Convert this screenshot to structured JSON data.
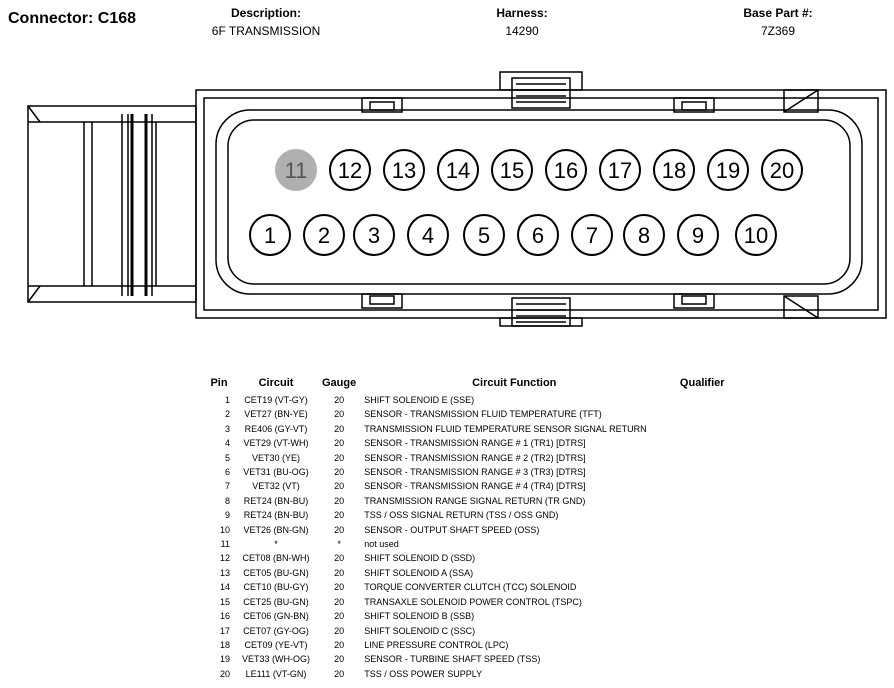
{
  "header": {
    "connector_title": "Connector: C168",
    "description_label": "Description:",
    "description_value": "6F TRANSMISSION",
    "harness_label": "Harness:",
    "harness_value": "14290",
    "base_part_label": "Base Part #:",
    "base_part_value": "7Z369"
  },
  "connector": {
    "top_row": [
      "11",
      "12",
      "13",
      "14",
      "15",
      "16",
      "17",
      "18",
      "19",
      "20"
    ],
    "bottom_row": [
      "1",
      "2",
      "3",
      "4",
      "5",
      "6",
      "7",
      "8",
      "9",
      "10"
    ],
    "unused_pin": "11",
    "unused_color": "#b0b0b0"
  },
  "table": {
    "headers": {
      "pin": "Pin",
      "circuit": "Circuit",
      "gauge": "Gauge",
      "function": "Circuit Function",
      "qualifier": "Qualifier"
    },
    "rows": [
      {
        "pin": "1",
        "circuit": "CET19 (VT-GY)",
        "gauge": "20",
        "function": "SHIFT SOLENOID E (SSE)"
      },
      {
        "pin": "2",
        "circuit": "VET27 (BN-YE)",
        "gauge": "20",
        "function": "SENSOR - TRANSMISSION FLUID TEMPERATURE (TFT)"
      },
      {
        "pin": "3",
        "circuit": "RE406 (GY-VT)",
        "gauge": "20",
        "function": "TRANSMISSION FLUID TEMPERATURE SENSOR SIGNAL RETURN"
      },
      {
        "pin": "4",
        "circuit": "VET29 (VT-WH)",
        "gauge": "20",
        "function": "SENSOR - TRANSMISSION RANGE # 1 (TR1) [DTRS]"
      },
      {
        "pin": "5",
        "circuit": "VET30 (YE)",
        "gauge": "20",
        "function": "SENSOR - TRANSMISSION RANGE # 2 (TR2) [DTRS]"
      },
      {
        "pin": "6",
        "circuit": "VET31 (BU-OG)",
        "gauge": "20",
        "function": "SENSOR - TRANSMISSION RANGE # 3 (TR3) [DTRS]"
      },
      {
        "pin": "7",
        "circuit": "VET32 (VT)",
        "gauge": "20",
        "function": "SENSOR - TRANSMISSION RANGE # 4 (TR4) [DTRS]"
      },
      {
        "pin": "8",
        "circuit": "RET24 (BN-BU)",
        "gauge": "20",
        "function": "TRANSMISSION RANGE SIGNAL RETURN (TR GND)"
      },
      {
        "pin": "9",
        "circuit": "RET24 (BN-BU)",
        "gauge": "20",
        "function": "TSS / OSS SIGNAL RETURN (TSS / OSS GND)"
      },
      {
        "pin": "10",
        "circuit": "VET26 (BN-GN)",
        "gauge": "20",
        "function": "SENSOR - OUTPUT SHAFT SPEED (OSS)"
      },
      {
        "pin": "11",
        "circuit": "*",
        "gauge": "*",
        "function": "not used"
      },
      {
        "pin": "12",
        "circuit": "CET08 (BN-WH)",
        "gauge": "20",
        "function": "SHIFT SOLENOID D (SSD)"
      },
      {
        "pin": "13",
        "circuit": "CET05 (BU-GN)",
        "gauge": "20",
        "function": "SHIFT SOLENOID A (SSA)"
      },
      {
        "pin": "14",
        "circuit": "CET10 (BU-GY)",
        "gauge": "20",
        "function": "TORQUE CONVERTER CLUTCH (TCC) SOLENOID"
      },
      {
        "pin": "15",
        "circuit": "CET25 (BU-GN)",
        "gauge": "20",
        "function": "TRANSAXLE SOLENOID POWER CONTROL (TSPC)"
      },
      {
        "pin": "16",
        "circuit": "CET06 (GN-BN)",
        "gauge": "20",
        "function": "SHIFT SOLENOID B (SSB)"
      },
      {
        "pin": "17",
        "circuit": "CET07 (GY-OG)",
        "gauge": "20",
        "function": "SHIFT SOLENOID C (SSC)"
      },
      {
        "pin": "18",
        "circuit": "CET09 (YE-VT)",
        "gauge": "20",
        "function": "LINE PRESSURE CONTROL (LPC)"
      },
      {
        "pin": "19",
        "circuit": "VET33 (WH-OG)",
        "gauge": "20",
        "function": "SENSOR - TURBINE SHAFT SPEED (TSS)"
      },
      {
        "pin": "20",
        "circuit": "LE111 (VT-GN)",
        "gauge": "20",
        "function": "TSS / OSS POWER SUPPLY"
      }
    ]
  }
}
